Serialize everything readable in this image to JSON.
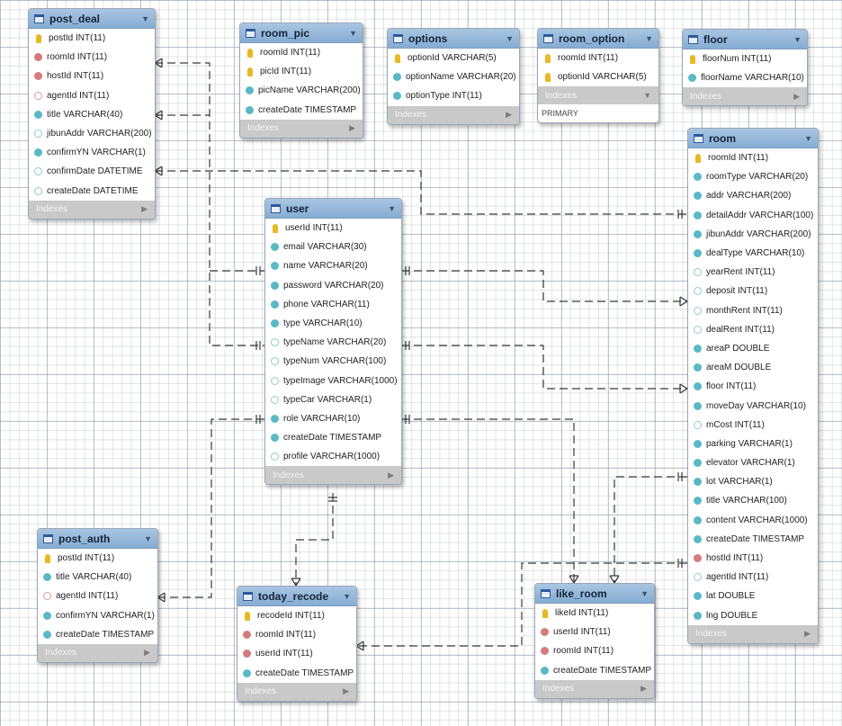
{
  "indexes_label": "Indexes",
  "tables": [
    {
      "id": "post_deal",
      "name": "post_deal",
      "columns": [
        {
          "text": "postId INT(11)",
          "kind": "pk"
        },
        {
          "text": "roomId INT(11)",
          "kind": "fk"
        },
        {
          "text": "hostId INT(11)",
          "kind": "fk"
        },
        {
          "text": "agentId INT(11)",
          "kind": "fkn"
        },
        {
          "text": "title VARCHAR(40)",
          "kind": "col"
        },
        {
          "text": "jibunAddr VARCHAR(200)",
          "kind": "nul"
        },
        {
          "text": "confirmYN VARCHAR(1)",
          "kind": "col"
        },
        {
          "text": "confirmDate DATETIME",
          "kind": "nul"
        },
        {
          "text": "createDate DATETIME",
          "kind": "nul"
        }
      ]
    },
    {
      "id": "room_pic",
      "name": "room_pic",
      "columns": [
        {
          "text": "roomId INT(11)",
          "kind": "pk"
        },
        {
          "text": "picId INT(11)",
          "kind": "pk"
        },
        {
          "text": "picName VARCHAR(200)",
          "kind": "col"
        },
        {
          "text": "createDate TIMESTAMP",
          "kind": "col"
        }
      ]
    },
    {
      "id": "options",
      "name": "options",
      "columns": [
        {
          "text": "optionId VARCHAR(5)",
          "kind": "pk"
        },
        {
          "text": "optionName VARCHAR(20)",
          "kind": "col"
        },
        {
          "text": "optionType INT(11)",
          "kind": "col"
        }
      ]
    },
    {
      "id": "room_option",
      "name": "room_option",
      "columns": [
        {
          "text": "roomId INT(11)",
          "kind": "pk"
        },
        {
          "text": "optionId VARCHAR(5)",
          "kind": "pk"
        }
      ],
      "index_extra": "PRIMARY"
    },
    {
      "id": "floor",
      "name": "floor",
      "columns": [
        {
          "text": "floorNum INT(11)",
          "kind": "pk"
        },
        {
          "text": "floorName VARCHAR(10)",
          "kind": "col"
        }
      ]
    },
    {
      "id": "user",
      "name": "user",
      "columns": [
        {
          "text": "userId INT(11)",
          "kind": "pk"
        },
        {
          "text": "email VARCHAR(30)",
          "kind": "col"
        },
        {
          "text": "name VARCHAR(20)",
          "kind": "col"
        },
        {
          "text": "password VARCHAR(20)",
          "kind": "col"
        },
        {
          "text": "phone VARCHAR(11)",
          "kind": "col"
        },
        {
          "text": "type VARCHAR(10)",
          "kind": "col"
        },
        {
          "text": "typeName VARCHAR(20)",
          "kind": "nul"
        },
        {
          "text": "typeNum VARCHAR(100)",
          "kind": "nul"
        },
        {
          "text": "typeImage VARCHAR(1000)",
          "kind": "nul"
        },
        {
          "text": "typeCar VARCHAR(1)",
          "kind": "nul"
        },
        {
          "text": "role VARCHAR(10)",
          "kind": "col"
        },
        {
          "text": "createDate TIMESTAMP",
          "kind": "col"
        },
        {
          "text": "profile VARCHAR(1000)",
          "kind": "nul"
        }
      ]
    },
    {
      "id": "room",
      "name": "room",
      "columns": [
        {
          "text": "roomId INT(11)",
          "kind": "pk"
        },
        {
          "text": "roomType VARCHAR(20)",
          "kind": "col"
        },
        {
          "text": "addr VARCHAR(200)",
          "kind": "col"
        },
        {
          "text": "detailAddr VARCHAR(100)",
          "kind": "col"
        },
        {
          "text": "jibunAddr VARCHAR(200)",
          "kind": "col"
        },
        {
          "text": "dealType VARCHAR(10)",
          "kind": "col"
        },
        {
          "text": "yearRent INT(11)",
          "kind": "nul"
        },
        {
          "text": "deposit INT(11)",
          "kind": "nul"
        },
        {
          "text": "monthRent INT(11)",
          "kind": "nul"
        },
        {
          "text": "dealRent INT(11)",
          "kind": "nul"
        },
        {
          "text": "areaP DOUBLE",
          "kind": "col"
        },
        {
          "text": "areaM DOUBLE",
          "kind": "col"
        },
        {
          "text": "floor INT(11)",
          "kind": "col"
        },
        {
          "text": "moveDay VARCHAR(10)",
          "kind": "col"
        },
        {
          "text": "mCost INT(11)",
          "kind": "nul"
        },
        {
          "text": "parking VARCHAR(1)",
          "kind": "col"
        },
        {
          "text": "elevator VARCHAR(1)",
          "kind": "col"
        },
        {
          "text": "lot VARCHAR(1)",
          "kind": "col"
        },
        {
          "text": "title VARCHAR(100)",
          "kind": "col"
        },
        {
          "text": "content VARCHAR(1000)",
          "kind": "col"
        },
        {
          "text": "createDate TIMESTAMP",
          "kind": "col"
        },
        {
          "text": "hostId INT(11)",
          "kind": "fk"
        },
        {
          "text": "agentId INT(11)",
          "kind": "nul"
        },
        {
          "text": "lat DOUBLE",
          "kind": "col"
        },
        {
          "text": "lng DOUBLE",
          "kind": "col"
        }
      ]
    },
    {
      "id": "post_auth",
      "name": "post_auth",
      "columns": [
        {
          "text": "postId INT(11)",
          "kind": "pk"
        },
        {
          "text": "title VARCHAR(40)",
          "kind": "col"
        },
        {
          "text": "agentId INT(11)",
          "kind": "fkn"
        },
        {
          "text": "confirmYN VARCHAR(1)",
          "kind": "col"
        },
        {
          "text": "createDate TIMESTAMP",
          "kind": "col"
        }
      ]
    },
    {
      "id": "today_recode",
      "name": "today_recode",
      "columns": [
        {
          "text": "recodeId INT(11)",
          "kind": "pk"
        },
        {
          "text": "roomId INT(11)",
          "kind": "fk"
        },
        {
          "text": "userId INT(11)",
          "kind": "fk"
        },
        {
          "text": "createDate TIMESTAMP",
          "kind": "col"
        }
      ]
    },
    {
      "id": "like_room",
      "name": "like_room",
      "columns": [
        {
          "text": "likeId INT(11)",
          "kind": "pk"
        },
        {
          "text": "userId INT(11)",
          "kind": "fk"
        },
        {
          "text": "roomId INT(11)",
          "kind": "fk"
        },
        {
          "text": "createDate TIMESTAMP",
          "kind": "col"
        }
      ]
    }
  ]
}
